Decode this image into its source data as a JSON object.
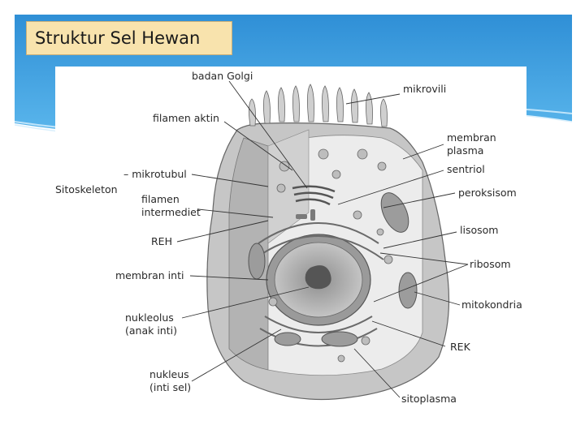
{
  "slide": {
    "title": "Struktur Sel Hewan",
    "colors": {
      "background_top": "#2f8fd6",
      "background_bottom": "#58b4ea",
      "title_box": "#f8e3ad"
    }
  },
  "diagram": {
    "labels": {
      "badan_golgi": "badan Golgi",
      "mikrovili": "mikrovili",
      "filamen_aktin": "filamen aktin",
      "membran_plasma_1": "membran",
      "membran_plasma_2": "plasma",
      "mikrotubul": "– mikrotubul",
      "sentriol": "sentriol",
      "sitoskeleton": "Sitoskeleton",
      "filamen_intermediet_1": "filamen",
      "filamen_intermediet_2": "intermediet",
      "peroksisom": "peroksisom",
      "reh": "REH",
      "lisosom": "lisosom",
      "ribosom": "ribosom",
      "membran_inti": "membran inti",
      "mitokondria": "mitokondria",
      "nukleolus_1": "nukleolus",
      "nukleolus_2": "(anak inti)",
      "rek": "REK",
      "nukleus_1": "nukleus",
      "nukleus_2": "(inti sel)",
      "sitoplasma": "sitoplasma"
    }
  }
}
